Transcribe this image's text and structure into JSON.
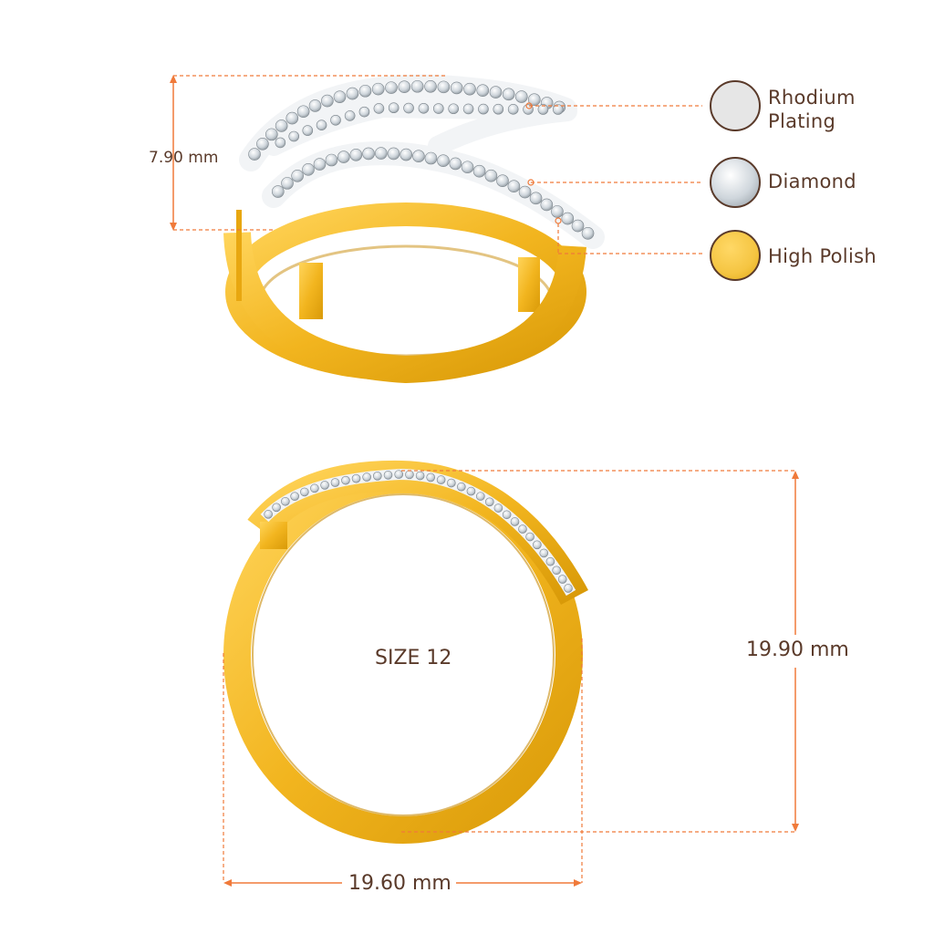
{
  "height_dimension": "7.90 mm",
  "top_width_dimension": "19.90 mm",
  "bottom_width_dimension": "19.60 mm",
  "size_label": "SIZE 12",
  "legend": [
    {
      "line1": "Rhodium",
      "line2": "Plating",
      "color": "#e6e6e6",
      "icon": "rhodium-swatch"
    },
    {
      "line1": "Diamond",
      "line2": "",
      "color": "#d9d9d9",
      "icon": "diamond-swatch"
    },
    {
      "line1": "High Polish",
      "line2": "",
      "color": "#f5c542",
      "icon": "gold-swatch"
    }
  ],
  "colors": {
    "accent_line": "#f07a3a",
    "text": "#5a3a2a",
    "gold": "#f2b51f",
    "gold_dark": "#d99a08",
    "diamond": "#e9eef2"
  }
}
